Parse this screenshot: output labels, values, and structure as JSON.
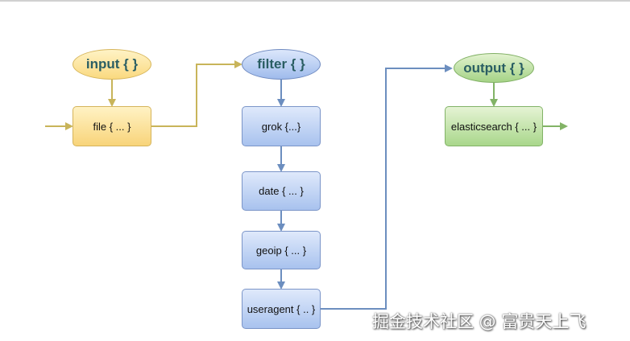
{
  "diagram": {
    "input": {
      "title": "input { }",
      "file": "file { ... }"
    },
    "filter": {
      "title": "filter { }",
      "grok": "grok {...}",
      "date": "date { ... }",
      "geoip": "geoip { ... }",
      "useragent": "useragent { .. }"
    },
    "output": {
      "title": "output { }",
      "elasticsearch": "elasticsearch { ... }"
    }
  },
  "colors": {
    "input_edge": "#c8b45a",
    "filter_edge": "#6c8ebf",
    "output_edge": "#82b366",
    "node_title_text": "#2a5e63"
  },
  "watermark": "掘金技术社区 @ 富贵天上飞"
}
